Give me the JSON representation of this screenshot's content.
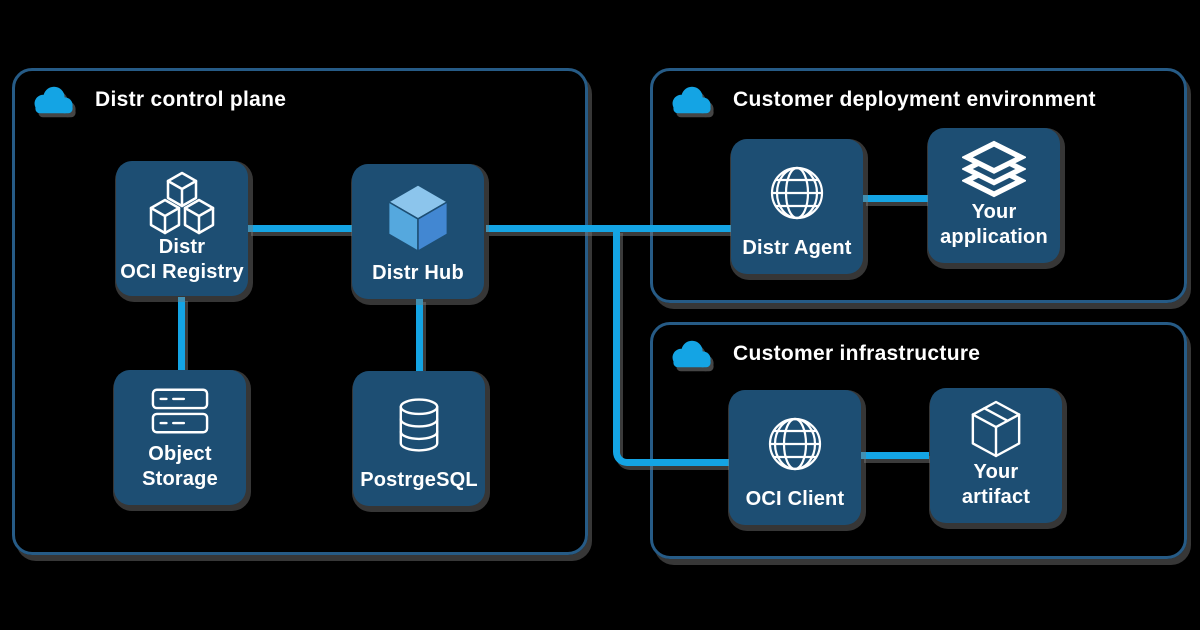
{
  "colors": {
    "background": "#000000",
    "panel_border": "#265b86",
    "node_fill": "#1d4e73",
    "connector_cyan": "#14a4e4",
    "cloud_cyan": "#14a4e4",
    "text_white": "#ffffff",
    "shadow_gray": "#767676",
    "hub_cube_top": "#8cc5ec",
    "hub_cube_left": "#55a8de",
    "hub_cube_right": "#4287d2"
  },
  "panels": [
    {
      "id": "control-plane",
      "title": "Distr control plane",
      "icon": "cloud-icon"
    },
    {
      "id": "deployment-env",
      "title": "Customer deployment environment",
      "icon": "cloud-icon"
    },
    {
      "id": "infrastructure",
      "title": "Customer infrastructure",
      "icon": "cloud-icon"
    }
  ],
  "nodes": {
    "registry": {
      "label": "Distr\nOCI Registry",
      "icon": "cubes-icon",
      "panel": "control-plane"
    },
    "hub": {
      "label": "Distr Hub",
      "icon": "cube-3d-icon",
      "panel": "control-plane"
    },
    "storage": {
      "label": "Object\nStorage",
      "icon": "server-stack-icon",
      "panel": "control-plane"
    },
    "postgres": {
      "label": "PostrgeSQL",
      "icon": "database-icon",
      "panel": "control-plane"
    },
    "agent": {
      "label": "Distr Agent",
      "icon": "globe-icon",
      "panel": "deployment-env"
    },
    "application": {
      "label": "Your\napplication",
      "icon": "layers-icon",
      "panel": "deployment-env"
    },
    "oci_client": {
      "label": "OCI Client",
      "icon": "globe-icon",
      "panel": "infrastructure"
    },
    "artifact": {
      "label": "Your\nartifact",
      "icon": "package-icon",
      "panel": "infrastructure"
    }
  },
  "connections": [
    {
      "from": "registry",
      "to": "hub"
    },
    {
      "from": "registry",
      "to": "storage"
    },
    {
      "from": "hub",
      "to": "postgres"
    },
    {
      "from": "hub",
      "to": "agent"
    },
    {
      "from": "hub",
      "to": "oci_client"
    },
    {
      "from": "agent",
      "to": "application"
    },
    {
      "from": "oci_client",
      "to": "artifact"
    }
  ]
}
